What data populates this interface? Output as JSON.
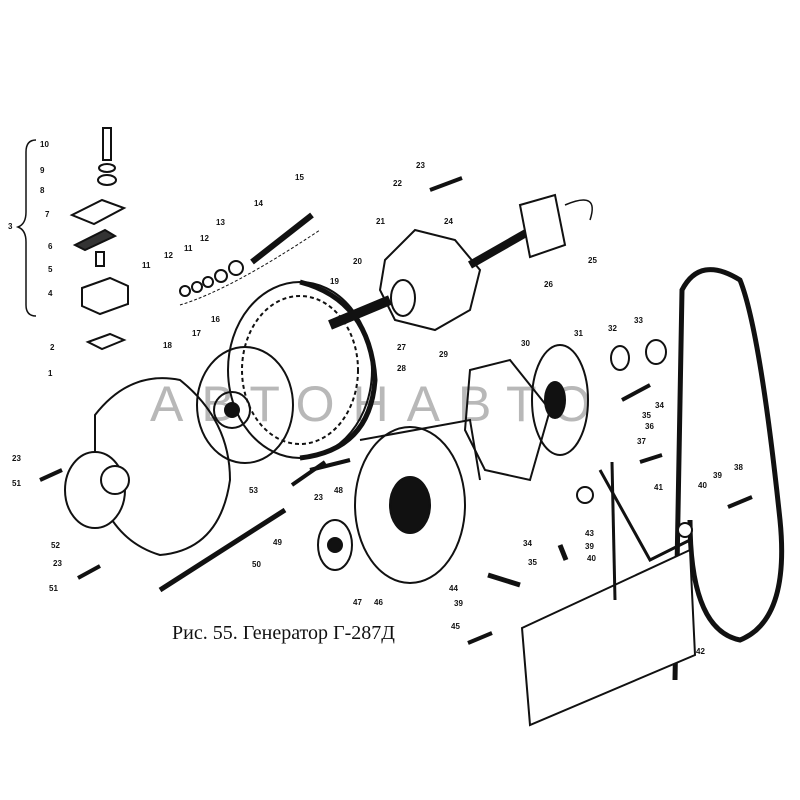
{
  "caption": "Рис. 55. Генератор Г-287Д",
  "watermark": "АВТОНАВТО",
  "labels": [
    "10",
    "9",
    "8",
    "7",
    "3",
    "6",
    "5",
    "4",
    "2",
    "1",
    "11",
    "12",
    "11",
    "12",
    "13",
    "14",
    "15",
    "18",
    "17",
    "16",
    "19",
    "20",
    "27",
    "28",
    "21",
    "22",
    "23",
    "24",
    "25",
    "26",
    "29",
    "30",
    "31",
    "32",
    "33",
    "34",
    "35",
    "36",
    "37",
    "38",
    "39",
    "40",
    "41",
    "23",
    "51",
    "53",
    "23",
    "48",
    "50",
    "49",
    "52",
    "23",
    "51",
    "47",
    "46",
    "34",
    "35",
    "43",
    "39",
    "40",
    "44",
    "39",
    "45",
    "42"
  ],
  "colors": {
    "ink": "#111111",
    "paper": "#ffffff"
  }
}
